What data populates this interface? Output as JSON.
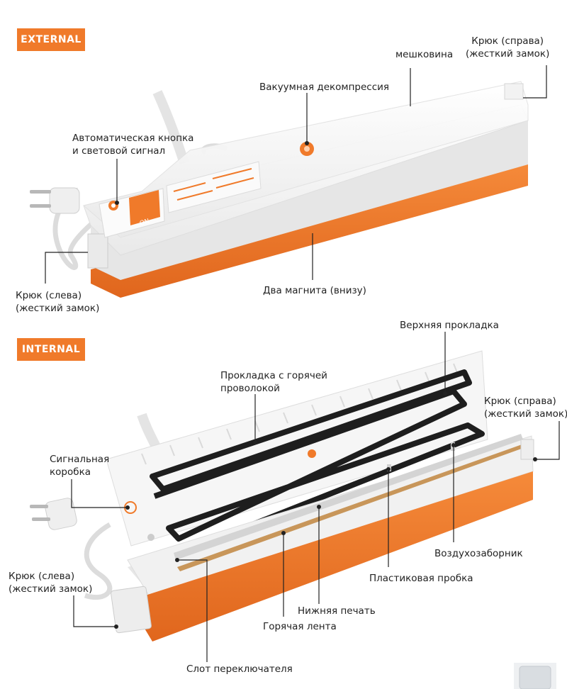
{
  "external": {
    "badge": "EXTERNAL",
    "labels": {
      "hook_right_1": "Крюк (справа)",
      "hook_right_2": "(жесткий замок)",
      "burlap": "мешковина",
      "vacuum": "Вакуумная декомпрессия",
      "auto_button_1": "Автоматическая кнопка",
      "auto_button_2": "и световой сигнал",
      "hook_left_1": "Крюк (слева)",
      "hook_left_2": "(жесткий замок)",
      "magnets": "Два магнита (внизу)"
    },
    "device_text": "ON"
  },
  "internal": {
    "badge": "INTERNAL",
    "labels": {
      "upper_gasket": "Верхняя прокладка",
      "hot_wire_1": "Прокладка с горячей",
      "hot_wire_2": "проволокой",
      "hook_right_1": "Крюк (справа)",
      "hook_right_2": "(жесткий замок)",
      "signal_box_1": "Сигнальная",
      "signal_box_2": "коробка",
      "hook_left_1": "Крюк (слева)",
      "hook_left_2": "(жесткий замок)",
      "air_intake": "Воздухозаборник",
      "plastic_plug": "Пластиковая пробка",
      "lower_seal": "Нижняя печать",
      "hot_tape": "Горячая лента",
      "switch_slot": "Слот переключателя"
    }
  },
  "colors": {
    "accent": "#f07a2a",
    "body": "#f4f4f4",
    "gasket": "#1e1e1e",
    "callout": "#222222"
  }
}
